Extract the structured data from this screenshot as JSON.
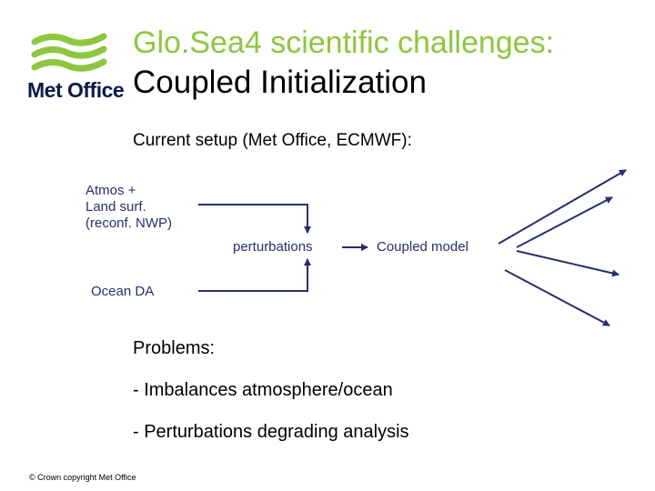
{
  "logo": {
    "text": "Met Office"
  },
  "title": {
    "line1": "Glo.Sea4 scientific challenges:",
    "line2": "Coupled Initialization"
  },
  "setup_label": "Current setup (Met Office, ECMWF):",
  "diagram": {
    "atmos_label": [
      "Atmos +",
      "Land surf.",
      "(reconf. NWP)"
    ],
    "ocean_label": "Ocean DA",
    "perturbations_label": "perturbations",
    "coupled_label": "Coupled model"
  },
  "problems": {
    "heading": "Problems:",
    "items": [
      "- Imbalances atmosphere/ocean",
      "- Perturbations degrading analysis"
    ]
  },
  "footer": {
    "copyright": "© Crown copyright   Met Office"
  },
  "colors": {
    "title_green": "#8dc63f",
    "diagram_blue": "#2b2d6e",
    "logo_navy": "#0a1b48"
  }
}
